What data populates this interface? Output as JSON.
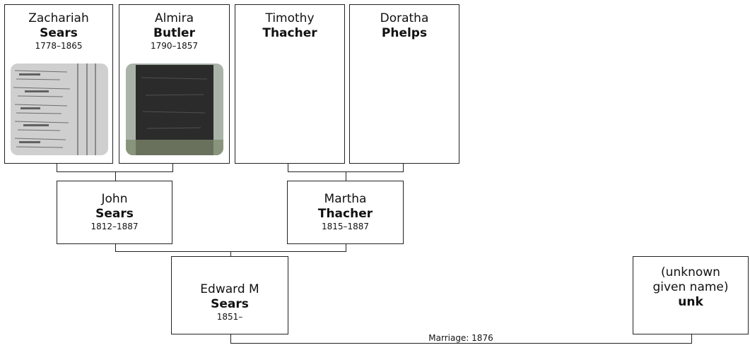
{
  "people": {
    "zachariah": {
      "given": "Zachariah",
      "surname": "Sears",
      "years": "1778–1865",
      "photo_icon": "census-record-photo"
    },
    "almira": {
      "given": "Almira",
      "surname": "Butler",
      "years": "1790–1857",
      "photo_icon": "gravestone-photo"
    },
    "timothy": {
      "given": "Timothy",
      "surname": "Thacher"
    },
    "doratha": {
      "given": "Doratha",
      "surname": "Phelps"
    },
    "john": {
      "given": "John",
      "surname": "Sears",
      "years": "1812–1887"
    },
    "martha": {
      "given": "Martha",
      "surname": "Thacher",
      "years": "1815–1887"
    },
    "edward": {
      "given": "Edward M",
      "surname": "Sears",
      "years": "1851–"
    },
    "spouse": {
      "given": "(unknown given name)",
      "surname": "unk"
    }
  },
  "marriage": {
    "label": "Marriage: 1876"
  }
}
